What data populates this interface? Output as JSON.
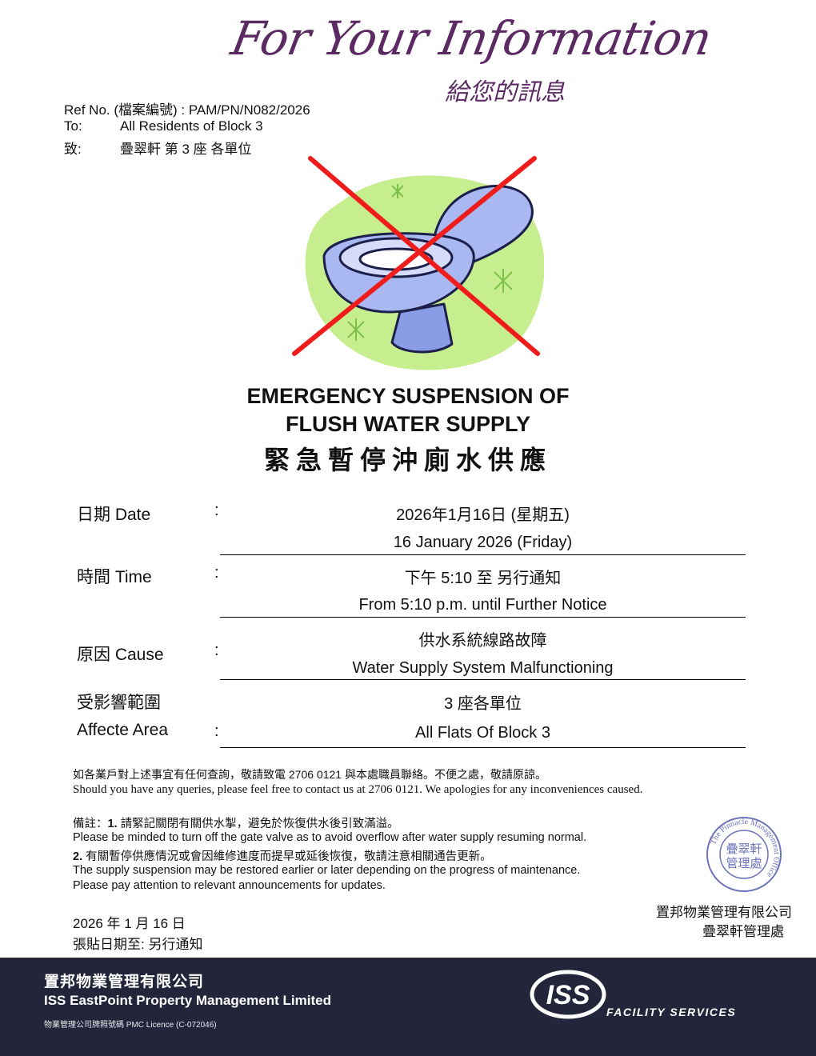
{
  "header": {
    "script_title": "For Your Information",
    "script_subtitle": "給您的訊息"
  },
  "ref": {
    "line": "Ref No. (檔案編號) : PAM/PN/N082/2026",
    "to_en_label": "To:",
    "to_en_value": "All Residents of Block 3",
    "to_zh_label": "致:",
    "to_zh_value": "疊翠軒 第 3 座 各單位"
  },
  "illustration": {
    "icon": "toilet-icon",
    "overlay": "red-cross-mark",
    "colors": {
      "background_blob": "#c6ee8f",
      "toilet": "#a9b8f1",
      "cross": "#ef1c1c"
    }
  },
  "title": {
    "line1": "EMERGENCY SUSPENSION OF",
    "line2": "FLUSH WATER SUPPLY",
    "zh": "緊急暫停沖廁水供應"
  },
  "details": {
    "date_label": "日期  Date",
    "date_zh": "2026年1月16日 (星期五)",
    "date_en": "16 January 2026 (Friday)",
    "time_label": "時間  Time",
    "time_zh": "下午 5:10 至 另行通知",
    "time_en": "From 5:10 p.m. until Further Notice",
    "cause_label": "原因  Cause",
    "cause_zh": "供水系統線路故障",
    "cause_en": "Water Supply System Malfunctioning",
    "area_label_zh": "受影響範圍",
    "area_label_en": "Affecte Area",
    "area_zh": "3 座各單位",
    "area_en": "All Flats Of Block 3",
    "colon": ":"
  },
  "notes": {
    "query_zh": "如各業戶對上述事宜有任何查詢，敬請致電 2706 0121 與本處職員聯絡。不便之處，敬請原諒。",
    "query_en": "Should you have any queries, please feel free to contact us at 2706 0121. We apologies for any inconveniences caused.",
    "remark_prefix": "備註：",
    "r1_num": "1.",
    "r1_zh": " 請緊記關閉有關供水掣，避免於恢復供水後引致滿溢。",
    "r1_en": "Please be minded to turn off the gate valve as to avoid overflow after water supply resuming normal.",
    "r2_num": "2.",
    "r2_zh": " 有關暫停供應情況或會因維修進度而提早或延後恢復，敬請注意相關通告更新。",
    "r2_en1": "The supply suspension may be restored earlier or later depending on the progress of maintenance.",
    "r2_en2": "Please pay attention to relevant announcements for updates."
  },
  "stamp": {
    "ring_text": "The Pinnacle Management Office",
    "center_line1": "疊翠軒",
    "center_line2": "管理處",
    "color": "#6b72b8"
  },
  "footer_note": {
    "date": "2026 年 1 月 16 日",
    "posting": "張貼日期至: 另行通知",
    "sign1": "置邦物業管理有限公司",
    "sign2": "疊翠軒管理處"
  },
  "footer": {
    "company_zh": "置邦物業管理有限公司",
    "company_en": "ISS EastPoint Property Management Limited",
    "licence": "物業管理公司牌照號碼  PMC Licence (C-072046)",
    "logo_text": "ISS",
    "logo_tag": "FACILITY SERVICES",
    "bg_color": "#23253a"
  }
}
